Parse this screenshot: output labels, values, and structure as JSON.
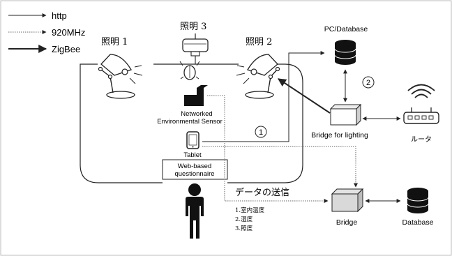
{
  "legend": {
    "http": "http",
    "mhz": "920MHz",
    "zigbee": "ZigBee"
  },
  "labels": {
    "lamp1": "照明 1",
    "lamp2": "照明 2",
    "lamp3": "照明 3",
    "pc_database": "PC/Database",
    "sensor_line1": "Networked",
    "sensor_line2": "Environmental Sensor",
    "tablet": "Tablet",
    "questionnaire_line1": "Web-based",
    "questionnaire_line2": "questionnaire",
    "bridge_lighting": "Bridge for lighting",
    "router": "ルータ",
    "data_send": "データの送信",
    "bridge": "Bridge",
    "database": "Database",
    "step1": "1",
    "step2": "2",
    "list": [
      "1.室内温度",
      "2.湿度",
      "3.照度"
    ]
  },
  "colors": {
    "stroke": "#222222",
    "dotted": "#666666",
    "grey_box": "#d9d9d9",
    "frame": "#bbbbbb"
  }
}
